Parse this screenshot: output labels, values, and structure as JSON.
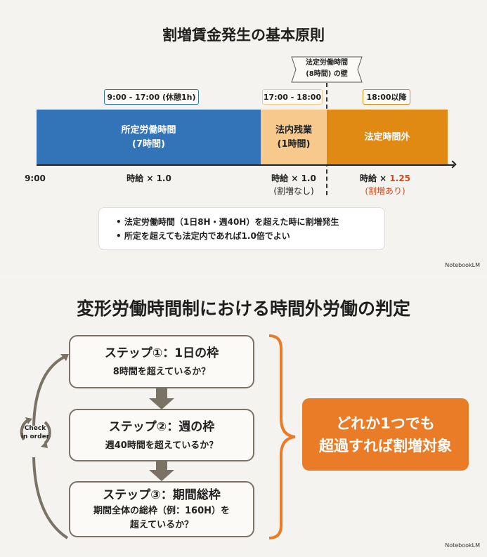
{
  "slide1": {
    "title": "割増賃金発生の基本原則",
    "wall_label": [
      "法定労働時間",
      "(8時間) の壁"
    ],
    "tags": [
      "9:00 - 17:00 (休憩1h)",
      "17:00 - 18:00",
      "18:00以降"
    ],
    "segments": [
      {
        "line1": "所定労働時間",
        "line2": "(7時間)",
        "hours": 7,
        "color": "#3373b8"
      },
      {
        "line1": "法内残業",
        "line2": "(1時間)",
        "hours": 1,
        "color": "#f7c98c"
      },
      {
        "line1": "法定時間外",
        "line2": "",
        "color": "#e08a14"
      }
    ],
    "start_time": "9:00",
    "rates": [
      {
        "prefix": "時給 × ",
        "value": "1.0",
        "note": ""
      },
      {
        "prefix": "時給 × ",
        "value": "1.0",
        "note": "(割増なし)"
      },
      {
        "prefix": "時給 × ",
        "value": "1.25",
        "note": "(割増あり)"
      }
    ],
    "bullets": [
      "法定労働時間（1日8H・週40H）を超えた時に割増発生",
      "所定を超えても法定内であれば1.0倍でよい"
    ],
    "logo": "NotebookLM"
  },
  "slide2": {
    "title": "変形労働時間制における時間外労働の判定",
    "cycle_label": [
      "Check",
      "in order"
    ],
    "steps": [
      {
        "heading": "ステップ①：1日の枠",
        "question": "8時間を超えているか？"
      },
      {
        "heading": "ステップ②：週の枠",
        "question": "週40時間を超えているか？"
      },
      {
        "heading": "ステップ③：期間総枠",
        "question": "期間全体の総枠（例：160H）を",
        "question2": "超えているか？"
      }
    ],
    "result": [
      "どれか1つでも",
      "超過すれば割増対象"
    ],
    "logo": "NotebookLM"
  },
  "colors": {
    "blue": "#3373b8",
    "orange": "#e08a14",
    "light_orange": "#f7c98c",
    "red": "#d9481c",
    "result": "#ea7c28",
    "brown": "#7b7266"
  }
}
